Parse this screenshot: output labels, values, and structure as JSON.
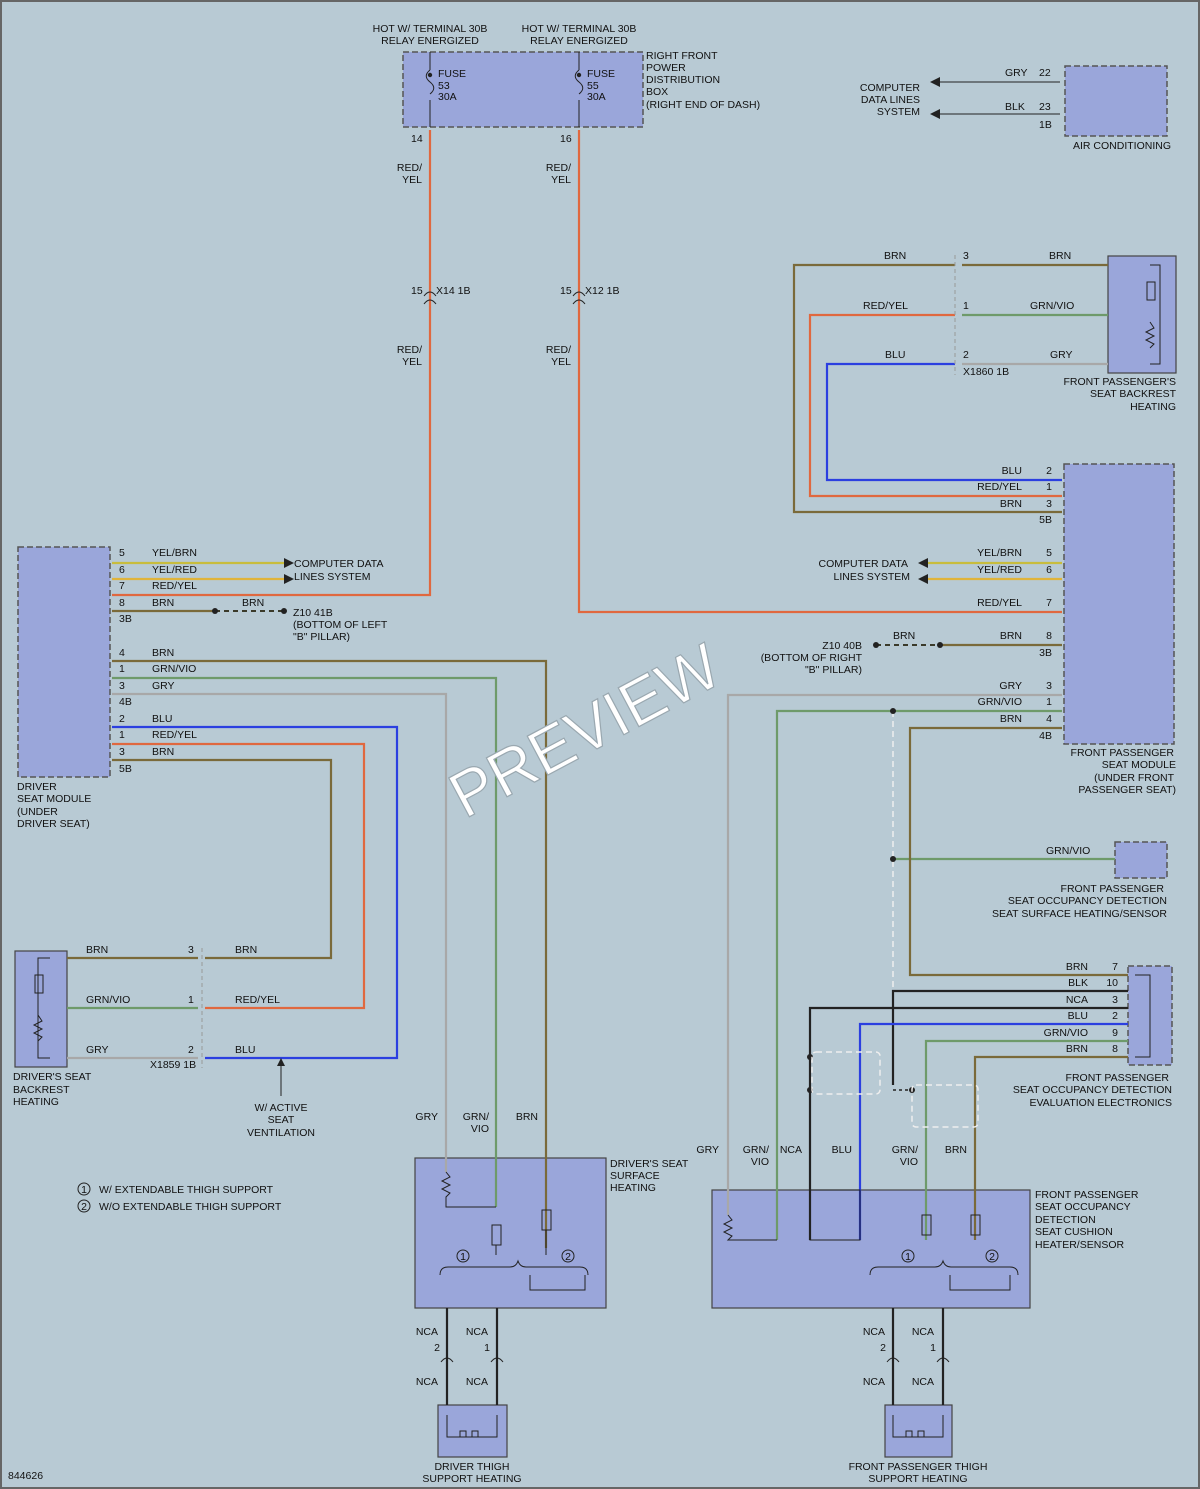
{
  "diagram_id": "844626",
  "watermark": "PREVIEW",
  "colors": {
    "background": "#b8cad4",
    "module_fill": "#9aa6da",
    "red_yel": "#e0683f",
    "brn": "#7a6a3a",
    "grn_vio": "#6e9a6a",
    "gry": "#a8a8a8",
    "blu": "#2b3fe0",
    "yel_brn": "#c8bd3d",
    "yel_red": "#e0b43a",
    "blk": "#222222"
  },
  "top": {
    "hot1": [
      "HOT W/ TERMINAL 30B",
      "RELAY ENERGIZED"
    ],
    "hot2": [
      "HOT W/ TERMINAL 30B",
      "RELAY ENERGIZED"
    ],
    "fuse53": [
      "FUSE",
      "53",
      "30A"
    ],
    "fuse55": [
      "FUSE",
      "55",
      "30A"
    ],
    "box": [
      "RIGHT FRONT",
      "POWER",
      "DISTRIBUTION",
      "BOX",
      "(RIGHT END OF DASH)"
    ],
    "pin14": "14",
    "pin16": "16",
    "w1": [
      "RED/",
      "YEL"
    ],
    "w2": [
      "RED/",
      "YEL"
    ],
    "w3": [
      "RED/",
      "YEL"
    ],
    "w4": [
      "RED/",
      "YEL"
    ],
    "conn1_pin": "15",
    "conn1": "X14 1B",
    "conn2_pin": "15",
    "conn2": "X12 1B"
  },
  "ac": {
    "label": "AIR CONDITIONING",
    "cdl": [
      "COMPUTER",
      "DATA LINES",
      "SYSTEM"
    ],
    "gry": "GRY",
    "blk": "BLK",
    "p22": "22",
    "p23": "23",
    "c1b": "1B"
  },
  "backrest_pass": {
    "label": [
      "FRONT PASSENGER'S",
      "SEAT BACKREST",
      "HEATING"
    ],
    "w_brn_l": "BRN",
    "w_brn_r": "BRN",
    "w_ry": "RED/YEL",
    "w_gv": "GRN/VIO",
    "w_blu": "BLU",
    "w_gry": "GRY",
    "p3": "3",
    "p1": "1",
    "p2": "2",
    "conn": "X1860 1B"
  },
  "pass_module": {
    "label": [
      "FRONT PASSENGER",
      "SEAT MODULE",
      "(UNDER FRONT",
      "PASSENGER SEAT)"
    ],
    "blu": "BLU",
    "ry": "RED/YEL",
    "brn": "BRN",
    "p2": "2",
    "p1": "1",
    "p3": "3",
    "c5b": "5B",
    "cdl": [
      "COMPUTER DATA",
      "LINES SYSTEM"
    ],
    "yb": "YEL/BRN",
    "yr": "YEL/RED",
    "p5": "5",
    "p6": "6",
    "ry2": "RED/YEL",
    "p7": "7",
    "brn2": "BRN",
    "brn3": "BRN",
    "p8": "8",
    "c3b": "3B",
    "ground": [
      "Z10 40B",
      "(BOTTOM OF RIGHT",
      "\"B\" PILLAR)"
    ],
    "gry": "GRY",
    "gv": "GRN/VIO",
    "brn4": "BRN",
    "p3b": "3",
    "p1b": "1",
    "p4": "4",
    "c4b": "4B"
  },
  "driver_module": {
    "label": [
      "DRIVER",
      "SEAT MODULE",
      "(UNDER",
      "DRIVER SEAT)"
    ],
    "yb": "YEL/BRN",
    "yr": "YEL/RED",
    "ry": "RED/YEL",
    "brn": "BRN",
    "brn_g": "BRN",
    "p5": "5",
    "p6": "6",
    "p7": "7",
    "p8": "8",
    "c3b": "3B",
    "cdl": [
      "COMPUTER DATA",
      "LINES SYSTEM"
    ],
    "ground": [
      "Z10 41B",
      "(BOTTOM OF LEFT",
      "\"B\" PILLAR)"
    ],
    "brn2": "BRN",
    "gv": "GRN/VIO",
    "gry": "GRY",
    "p4": "4",
    "p1": "1",
    "p3": "3",
    "c4b": "4B",
    "blu": "BLU",
    "ry2": "RED/YEL",
    "brn3": "BRN",
    "p2": "2",
    "p1b": "1",
    "p3b": "3",
    "c5b": "5B"
  },
  "backrest_drv": {
    "label": [
      "DRIVER'S SEAT",
      "BACKREST",
      "HEATING"
    ],
    "brn_l": "BRN",
    "brn_r": "BRN",
    "gv": "GRN/VIO",
    "ry": "RED/YEL",
    "gry": "GRY",
    "blu": "BLU",
    "p3": "3",
    "p1": "1",
    "p2": "2",
    "conn": "X1859 1B",
    "vent": [
      "W/ ACTIVE",
      "SEAT",
      "VENTILATION"
    ]
  },
  "pass_occ": {
    "label": [
      "FRONT PASSENGER",
      "SEAT OCCUPANCY DETECTION",
      "SEAT SURFACE HEATING/SENSOR"
    ],
    "gv": "GRN/VIO"
  },
  "pass_eval": {
    "label": [
      "FRONT PASSENGER",
      "SEAT OCCUPANCY DETECTION",
      "EVALUATION ELECTRONICS"
    ],
    "wires": [
      "BRN",
      "BLK",
      "NCA",
      "BLU",
      "GRN/VIO",
      "BRN"
    ],
    "pins": [
      "7",
      "10",
      "3",
      "2",
      "9",
      "8"
    ]
  },
  "drv_surface": {
    "label": [
      "DRIVER'S SEAT",
      "SURFACE",
      "HEATING"
    ],
    "gry": "GRY",
    "gv": [
      "GRN/",
      "VIO"
    ],
    "brn": "BRN",
    "nca1": "NCA",
    "nca2": "NCA",
    "nca3": "NCA",
    "nca4": "NCA",
    "p2": "2",
    "p1": "1",
    "c1": "1",
    "c2": "2"
  },
  "pass_cushion": {
    "label": [
      "FRONT PASSENGER",
      "SEAT OCCUPANCY",
      "DETECTION",
      "SEAT CUSHION",
      "HEATER/SENSOR"
    ],
    "gry": "GRY",
    "gv": [
      "GRN/",
      "VIO"
    ],
    "nca": "NCA",
    "blu": "BLU",
    "gv2": [
      "GRN/",
      "VIO"
    ],
    "brn": "BRN",
    "nca1": "NCA",
    "nca2": "NCA",
    "nca3": "NCA",
    "nca4": "NCA",
    "p2": "2",
    "p1": "1",
    "c1": "1",
    "c2": "2"
  },
  "thigh_drv": {
    "label": [
      "DRIVER THIGH",
      "SUPPORT HEATING"
    ]
  },
  "thigh_pass": {
    "label": [
      "FRONT PASSENGER THIGH",
      "SUPPORT HEATING"
    ]
  },
  "legend": {
    "n1": "1",
    "n2": "2",
    "item1": "W/ EXTENDABLE THIGH SUPPORT",
    "item2": "W/O EXTENDABLE THIGH SUPPORT"
  }
}
